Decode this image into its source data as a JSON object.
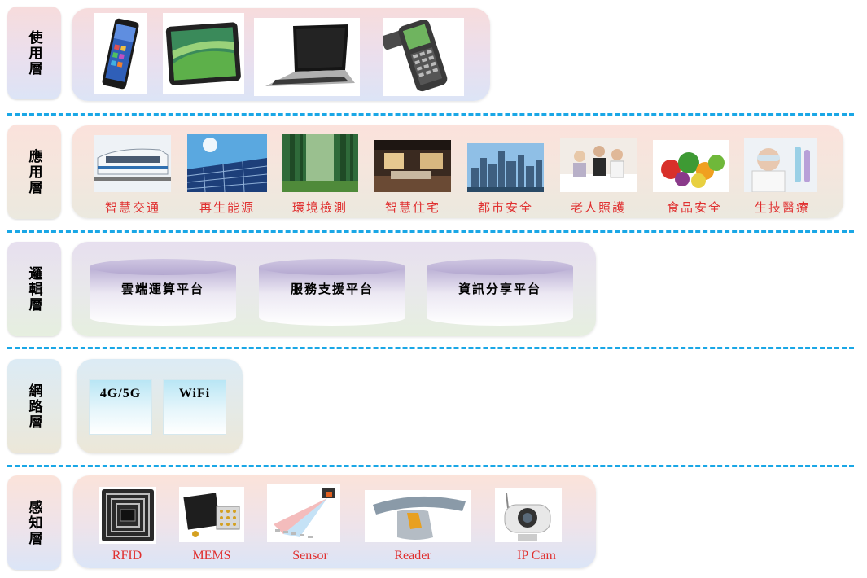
{
  "layers": {
    "usage": {
      "label": "使用層"
    },
    "application": {
      "label": "應用層",
      "items": [
        "智慧交通",
        "再生能源",
        "環境檢測",
        "智慧住宅",
        "都市安全",
        "老人照護",
        "食品安全",
        "生技醫療"
      ]
    },
    "logic": {
      "label": "邏輯層",
      "platforms": [
        "雲端運算平台",
        "服務支援平台",
        "資訊分享平台"
      ]
    },
    "network": {
      "label": "網路層",
      "items": [
        "4G/5G",
        "WiFi"
      ]
    },
    "perception": {
      "label": "感知層",
      "items": [
        "RFID",
        "MEMS",
        "Sensor",
        "Reader",
        "IP Cam"
      ]
    }
  },
  "colors": {
    "divider": "#1aa7e6",
    "caption": "#e03030"
  }
}
